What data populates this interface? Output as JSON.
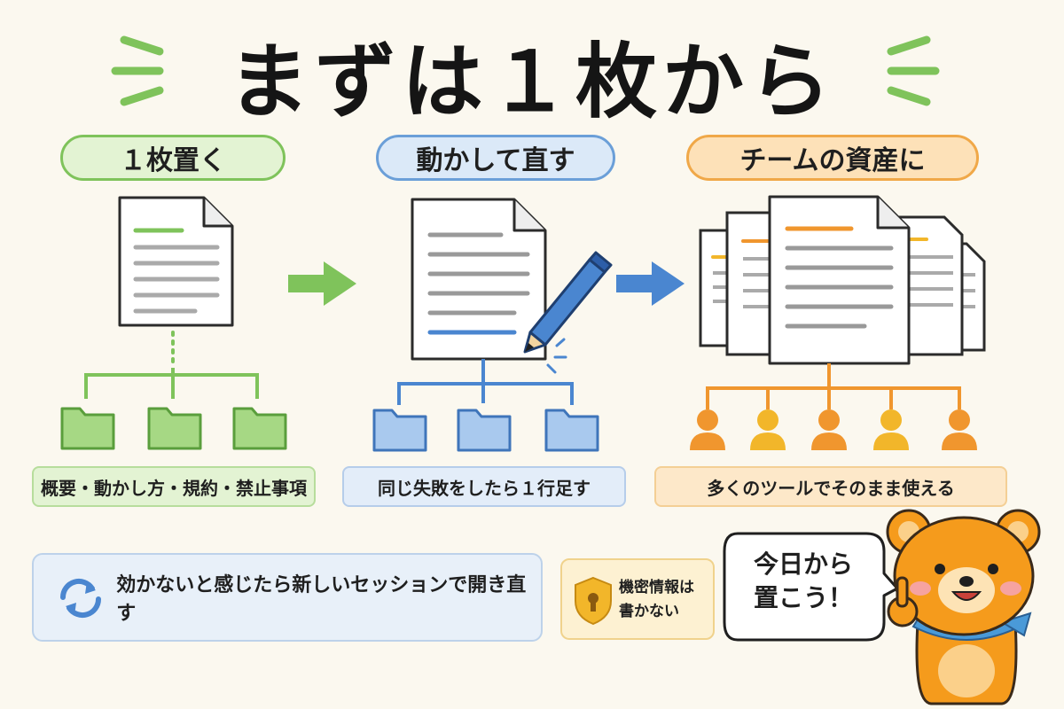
{
  "title": "まずは１枚から",
  "steps": [
    {
      "label": "１枚置く",
      "note": "概要・動かし方・規約・禁止事項"
    },
    {
      "label": "動かして直す",
      "note": "同じ失敗をしたら１行足す"
    },
    {
      "label": "チームの資産に",
      "note": "多くのツールでそのまま使える"
    }
  ],
  "bottom": {
    "tip": "効かないと感じたら新しいセッションで開き直す",
    "secret_line1": "機密情報は",
    "secret_line2": "書かない",
    "bubble_line1": "今日から",
    "bubble_line2": "置こう！"
  },
  "colors": {
    "green": "#7fc35b",
    "blue": "#4a86d0",
    "orange": "#f0962e",
    "yellow": "#f2b62a"
  }
}
